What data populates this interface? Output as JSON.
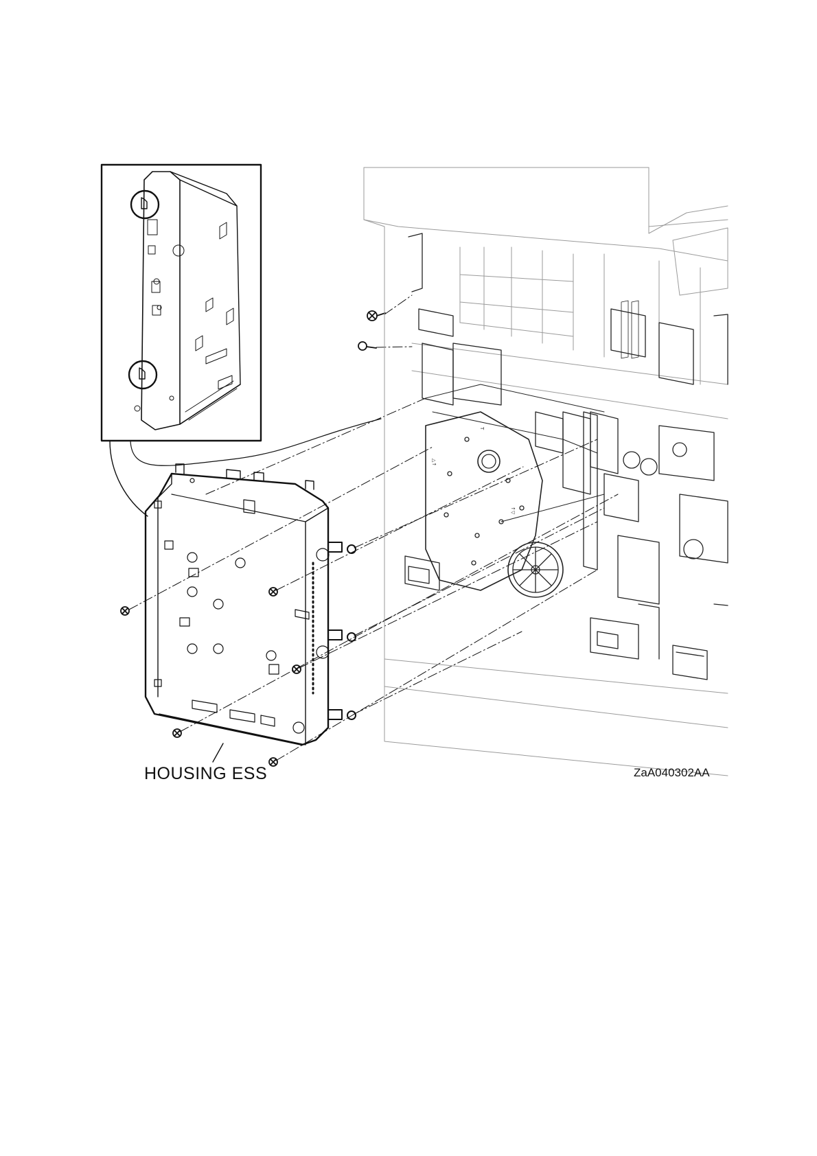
{
  "figure": {
    "callout_label": "HOUSING ESS",
    "figure_id": "ZaA040302AA"
  },
  "colors": {
    "line": "#111111",
    "faint_line": "#9a9a9a",
    "background": "#ffffff"
  },
  "parts": {
    "screw_count": 7,
    "detail_inset_hooks": 2
  }
}
